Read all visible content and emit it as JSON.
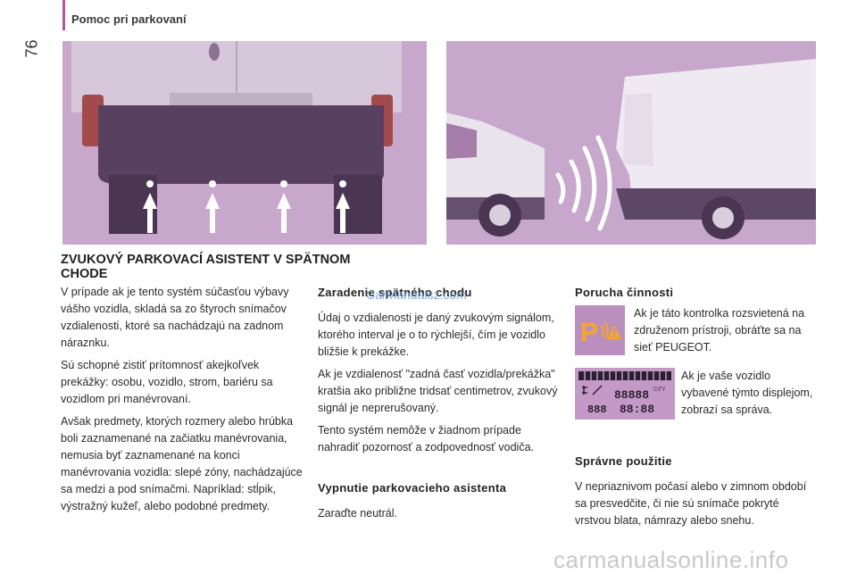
{
  "header": {
    "section_title": "Pomoc pri parkovaní",
    "page_number": "76"
  },
  "main_heading": "ZVUKOVÝ PARKOVACÍ ASISTENT V SPÄTNOM CHODE",
  "col1": {
    "p1": "V prípade ak je tento systém súčasťou výbavy vášho vozidla, skladá sa zo štyroch snímačov vzdialenosti, ktoré sa nachádzajú na zadnom náraznku.",
    "p2": "Sú schopné zistiť prítomnosť akejkoľvek prekážky: osobu, vozidlo, strom, bariéru sa vozidlom pri manévrovaní.",
    "p3": "Avšak predmety, ktorých rozmery alebo hrúbka boli zaznamenané na začiatku manévrovania, nemusia byť zaznamenané na konci manévrovania vozidla: slepé zóny, nachádzajúce sa medzi a pod snímačmi. Napríklad: stĺpik, výstražný kužeľ, alebo podobné predmety."
  },
  "col2": {
    "heading1": "Zaradenie spätného chodu",
    "p1": "Údaj o vzdialenosti je daný zvukovým signálom, ktorého interval je o to rýchlejší, čím je vozidlo bližšie k prekážke.",
    "p2": "Ak je vzdialenosť \"zadná časť vozidla/prekážka\" kratšia ako približne tridsať centimetrov, zvukový signál je neprerušovaný.",
    "p3": "Tento systém nemôže v žiadnom prípade nahradiť pozornosť a zodpovednosť vodiča.",
    "heading2": "Vypnutie parkovacieho asistenta",
    "p4": "Zaraďte neutrál."
  },
  "col3": {
    "heading1": "Porucha činnosti",
    "note1": "Ak je táto kontrolka rozsvietená na združenom prístroji, obráťte sa na sieť PEUGEOT.",
    "note2": "Ak je vaše vozidlo vybavené týmto displejom, zobrazí sa správa.",
    "heading2": "Správne použitie",
    "p1": "V nepriaznivom počasí alebo v zimnom období sa presvedčite, či nie sú snímače pokryté vrstvou blata, námrazy alebo snehu."
  },
  "lcd": {
    "row1": "88888",
    "row2": "888",
    "row3": "88:88",
    "city_label": "CITY"
  },
  "watermarks": {
    "top": "CarManualsz.com",
    "bottom": "carmanualsonline.info"
  },
  "colors": {
    "accent": "#b8529c",
    "image_bg": "#c7a7cb",
    "van_body": "#584061"
  }
}
